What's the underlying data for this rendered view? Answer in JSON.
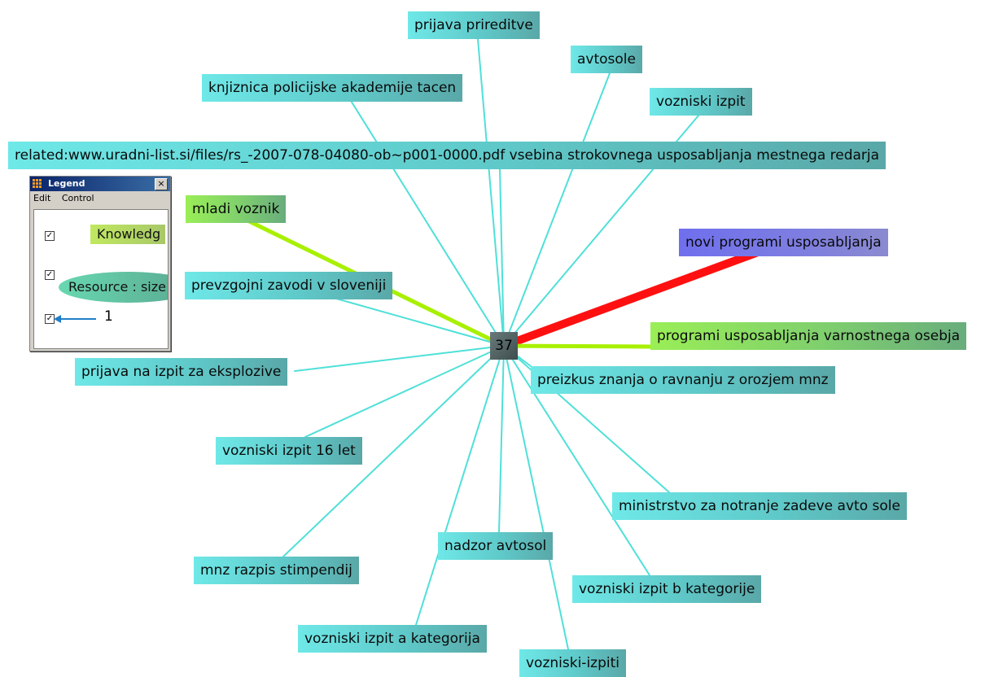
{
  "graph": {
    "center": {
      "label": "37"
    },
    "nodes": [
      {
        "id": "n0",
        "label": "prijava prireditve",
        "color": "cyan"
      },
      {
        "id": "n1",
        "label": "avtosole",
        "color": "cyan"
      },
      {
        "id": "n2",
        "label": "knjiznica policijske akademije tacen",
        "color": "cyan"
      },
      {
        "id": "n3",
        "label": "vozniski izpit",
        "color": "cyan"
      },
      {
        "id": "n4",
        "label": "related:www.uradni-list.si/files/rs_-2007-078-04080-ob~p001-0000.pdf vsebina strokovnega usposabljanja mestnega redarja",
        "color": "cyan"
      },
      {
        "id": "n5",
        "label": "mladi voznik",
        "color": "green"
      },
      {
        "id": "n6",
        "label": "novi programi usposabljanja",
        "color": "blue"
      },
      {
        "id": "n7",
        "label": "prevzgojni zavodi v sloveniji",
        "color": "cyan"
      },
      {
        "id": "n8",
        "label": "programi usposabljanja varnostnega osebja",
        "color": "green"
      },
      {
        "id": "n9",
        "label": "prijava na izpit za eksplozive",
        "color": "cyan"
      },
      {
        "id": "n10",
        "label": "preizkus znanja o ravnanju z orozjem mnz",
        "color": "cyan"
      },
      {
        "id": "n11",
        "label": "vozniski izpit 16 let",
        "color": "cyan"
      },
      {
        "id": "n12",
        "label": "ministrstvo za notranje zadeve avto sole",
        "color": "cyan"
      },
      {
        "id": "n13",
        "label": "nadzor avtosol",
        "color": "cyan"
      },
      {
        "id": "n14",
        "label": "mnz razpis stimpendij",
        "color": "cyan"
      },
      {
        "id": "n15",
        "label": "vozniski izpit b kategorije",
        "color": "cyan"
      },
      {
        "id": "n16",
        "label": "vozniski izpit a kategorija",
        "color": "cyan"
      },
      {
        "id": "n17",
        "label": "vozniski-izpiti",
        "color": "cyan"
      }
    ],
    "edges": [
      {
        "from": "n0",
        "weight": 1,
        "color": "#4fe0d8"
      },
      {
        "from": "n1",
        "weight": 1,
        "color": "#4fe0d8"
      },
      {
        "from": "n2",
        "weight": 1,
        "color": "#4fe0d8"
      },
      {
        "from": "n3",
        "weight": 1,
        "color": "#4fe0d8"
      },
      {
        "from": "n4",
        "weight": 1,
        "color": "#4fe0d8"
      },
      {
        "from": "n5",
        "weight": 4,
        "color": "#a8f000"
      },
      {
        "from": "n6",
        "weight": 8,
        "color": "#ff1010"
      },
      {
        "from": "n7",
        "weight": 1,
        "color": "#4fe0d8"
      },
      {
        "from": "n8",
        "weight": 4,
        "color": "#a8f000"
      },
      {
        "from": "n9",
        "weight": 1,
        "color": "#4fe0d8"
      },
      {
        "from": "n10",
        "weight": 1,
        "color": "#4fe0d8"
      },
      {
        "from": "n11",
        "weight": 1,
        "color": "#4fe0d8"
      },
      {
        "from": "n12",
        "weight": 1,
        "color": "#4fe0d8"
      },
      {
        "from": "n13",
        "weight": 1,
        "color": "#4fe0d8"
      },
      {
        "from": "n14",
        "weight": 1,
        "color": "#4fe0d8"
      },
      {
        "from": "n15",
        "weight": 1,
        "color": "#4fe0d8"
      },
      {
        "from": "n16",
        "weight": 1,
        "color": "#4fe0d8"
      },
      {
        "from": "n17",
        "weight": 1,
        "color": "#4fe0d8"
      }
    ]
  },
  "legend": {
    "title": "Legend",
    "close": "×",
    "menu": [
      "Edit",
      "Control"
    ],
    "knowledge_label": "Knowledg",
    "resource_label": "Resource : size",
    "edge_label": "1",
    "checkbox_mark": "✓"
  }
}
